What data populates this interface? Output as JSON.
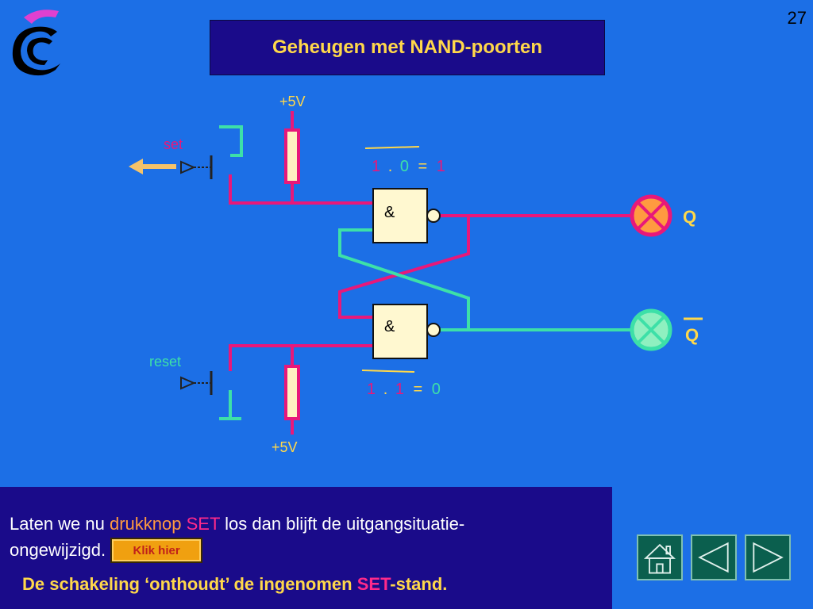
{
  "page_number": "27",
  "title": "Geheugen met NAND-poorten",
  "circuit": {
    "supply_top": "+5V",
    "supply_bottom": "+5V",
    "set_label": "set",
    "reset_label": "reset",
    "gate_symbol": "&",
    "output_q": "Q",
    "output_q_bar": "Q",
    "top_equation": {
      "a": "1",
      "dot": ".",
      "b": "0",
      "eq": "=",
      "result": "1"
    },
    "bottom_equation": {
      "a": "1",
      "dot": ".",
      "b": "1",
      "eq": "=",
      "result": "0"
    },
    "lamp_q_state": "on",
    "lamp_q_bar_state": "off",
    "colors": {
      "wire_magenta": "#e8187a",
      "wire_green": "#3de0a8",
      "lamp_on": "#ff9a40",
      "lamp_off": "#8ff0c0"
    }
  },
  "info": {
    "line1_prefix": "Laten we nu ",
    "line1_highlight1": "drukknop",
    "line1_highlight2": "SET",
    "line1_suffix": " los dan blijft de uitgangsituatie-",
    "line2": "ongewijzigd.",
    "button_label": "Klik hier",
    "conclusion_prefix": "De schakeling ‘onthoudt’ de ingenomen ",
    "conclusion_highlight": "SET",
    "conclusion_suffix": "-stand."
  },
  "nav": {
    "home_icon": "home-icon",
    "prev_icon": "triangle-left-icon",
    "next_icon": "triangle-right-icon"
  }
}
